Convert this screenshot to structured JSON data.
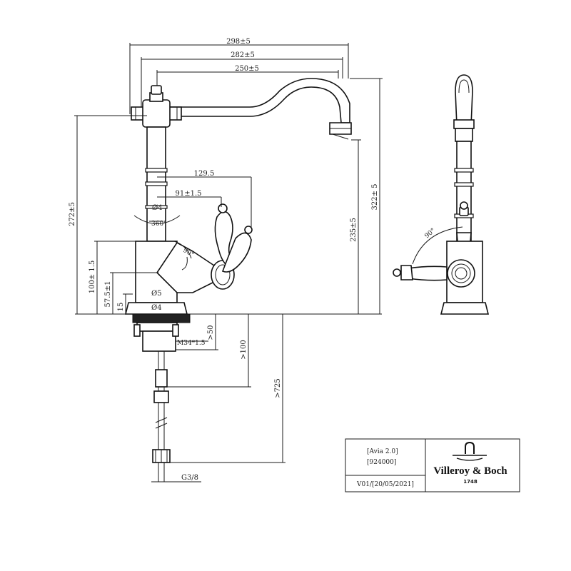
{
  "dimensions": {
    "width_298": "298±5",
    "width_282": "282±5",
    "width_250": "250±5",
    "reach_129": "129.5",
    "offset_91": "91±1.5",
    "height_272": "272±5",
    "height_322": "322± 5",
    "height_235": "235±5",
    "height_100": "100± 1.5",
    "height_57": "57.5±1",
    "height_15": "15",
    "dia_4_top": "Ø4",
    "dia_5": "Ø5",
    "dia_4_bottom": "Ø4",
    "rotation_360": "360°",
    "angle_90_front": "90°",
    "angle_90_side": "90°",
    "thread_m34": "M34*1.5",
    "depth_50": ">50",
    "depth_100": ">100",
    "depth_725": ">725",
    "connection": "G3/8"
  },
  "title_block": {
    "model": "[Avia 2.0]",
    "article": "[924000]",
    "version": "V01/[20/05/2021]",
    "brand": "Villeroy & Boch",
    "year": "1748"
  }
}
